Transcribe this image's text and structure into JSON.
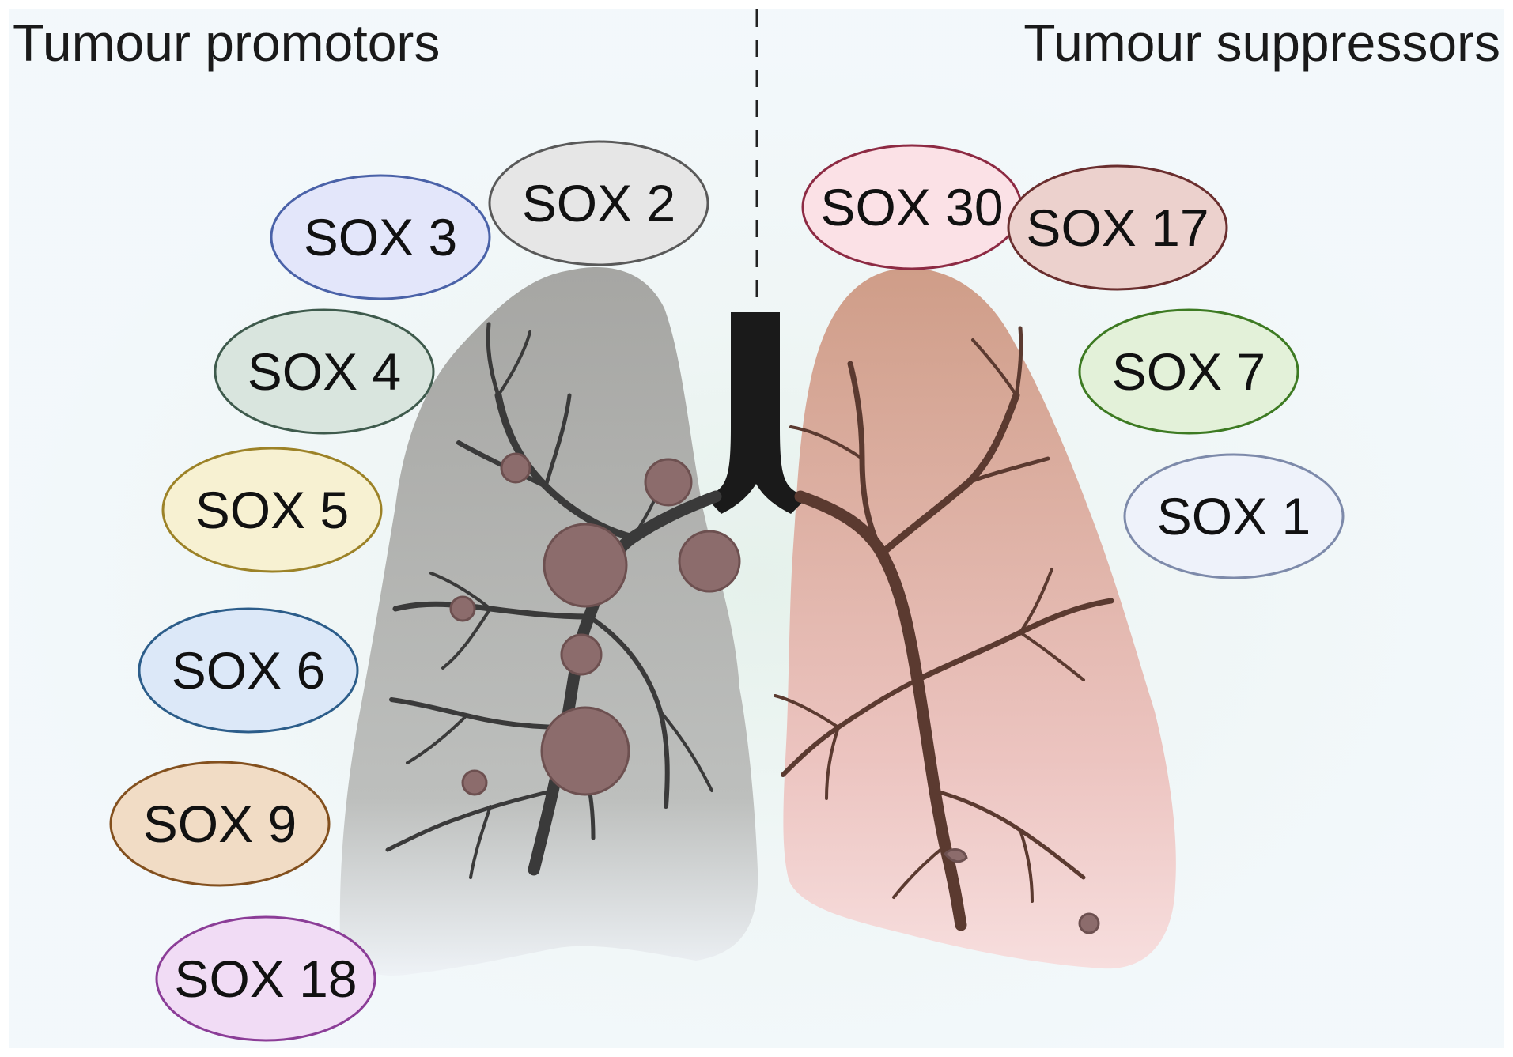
{
  "headers": {
    "left": "Tumour promotors",
    "right": "Tumour suppressors"
  },
  "promotors": [
    {
      "label": "SOX 2",
      "stroke": "#595959",
      "fill": "#e6e6e6"
    },
    {
      "label": "SOX 3",
      "stroke": "#4a62a8",
      "fill": "#e3e6fa"
    },
    {
      "label": "SOX 4",
      "stroke": "#3e5a4c",
      "fill": "#d9e5de"
    },
    {
      "label": "SOX 5",
      "stroke": "#9c8227",
      "fill": "#f7f1d2"
    },
    {
      "label": "SOX 6",
      "stroke": "#2c5d8a",
      "fill": "#dce8f8"
    },
    {
      "label": "SOX 9",
      "stroke": "#83501e",
      "fill": "#f1dcc5"
    },
    {
      "label": "SOX 18",
      "stroke": "#8b3d97",
      "fill": "#f1dcf5"
    }
  ],
  "suppressors": [
    {
      "label": "SOX 30",
      "stroke": "#8d2a43",
      "fill": "#fbe1e6"
    },
    {
      "label": "SOX 17",
      "stroke": "#6a2e2e",
      "fill": "#ecd1cd"
    },
    {
      "label": "SOX 7",
      "stroke": "#3d7a22",
      "fill": "#e3f1d9"
    },
    {
      "label": "SOX 1",
      "stroke": "#7d8aaa",
      "fill": "#eef2fa"
    }
  ],
  "colors": {
    "background": "#f2f8fb",
    "left_lung": "#a9a9a9",
    "right_lung": "#d3a08a",
    "trachea": "#1a1a1a",
    "left_bronchi": "#3a3a3a",
    "right_bronchi": "#5b3a30",
    "tumour": "#8c6c6c"
  }
}
